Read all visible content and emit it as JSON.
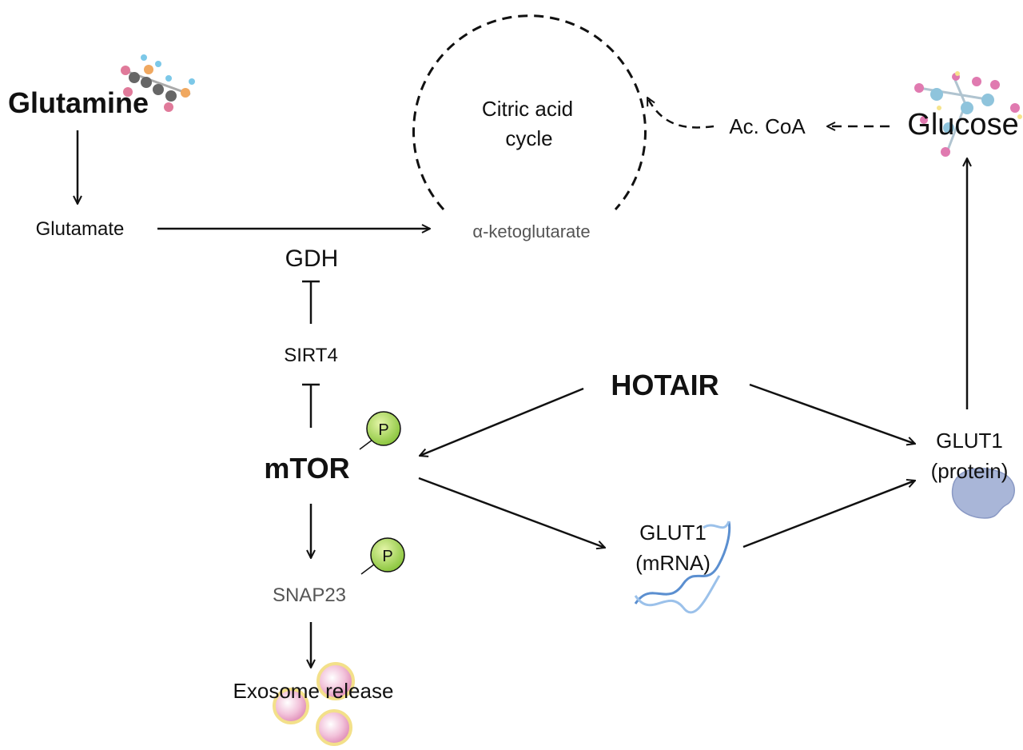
{
  "nodes": {
    "glutamine": "Glutamine",
    "glutamate": "Glutamate",
    "gdh": "GDH",
    "sirt4": "SIRT4",
    "mtor": "mTOR",
    "snap23": "SNAP23",
    "exosome": "Exosome release",
    "tca_line1": "Citric acid",
    "tca_line2": "cycle",
    "akg": "α-ketoglutarate",
    "acoa": "Ac. CoA",
    "glucose": "Glucose",
    "hotair": "HOTAIR",
    "glut1_mrna_line1": "GLUT1",
    "glut1_mrna_line2": "(mRNA)",
    "glut1_prot_line1": "GLUT1",
    "glut1_prot_line2": "(protein)",
    "phospho_1": "P",
    "phospho_2": "P"
  },
  "colors": {
    "arrow": "#111111",
    "phospho_fill": "#9acd32",
    "protein_fill": "#a9b6d8",
    "vesicle_fill": "#f2c2da",
    "vesicle_ring": "#f3e08a",
    "dna_strand": "#5b8fd0"
  },
  "icons": [
    "glutamine-molecule-icon",
    "glucose-molecule-icon",
    "dna-strand-icon",
    "protein-blob-icon",
    "vesicle-icon",
    "phosphate-icon"
  ]
}
